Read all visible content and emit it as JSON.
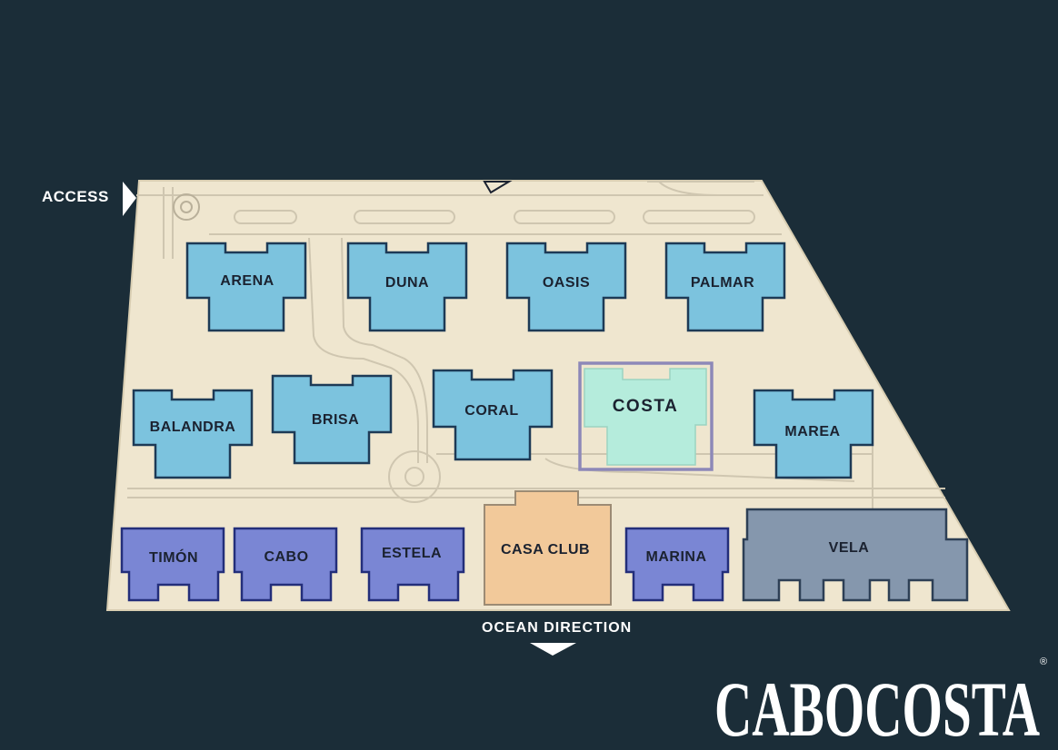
{
  "map": {
    "access_label": "ACCESS",
    "ocean_label": "OCEAN DIRECTION",
    "brand": "CABOCOSTA",
    "brand_mark": "®",
    "selected_building": "COSTA",
    "colors": {
      "background": "#1b2d38",
      "land": "#efe6cf",
      "building_blue": "#7cc3de",
      "building_purple": "#7a86d4",
      "building_club": "#f2c99a",
      "building_vela": "#8597ad",
      "selected_fill": "#b5ecdc",
      "selected_outline": "#8d88b8"
    },
    "buildings": {
      "arena": "ARENA",
      "duna": "DUNA",
      "oasis": "OASIS",
      "palmar": "PALMAR",
      "balandra": "BALANDRA",
      "brisa": "BRISA",
      "coral": "CORAL",
      "costa": "COSTA",
      "marea": "MAREA",
      "timon": "TIMÓN",
      "cabo": "CABO",
      "estela": "ESTELA",
      "casa_club": "CASA CLUB",
      "marina": "MARINA",
      "vela": "VELA"
    }
  }
}
